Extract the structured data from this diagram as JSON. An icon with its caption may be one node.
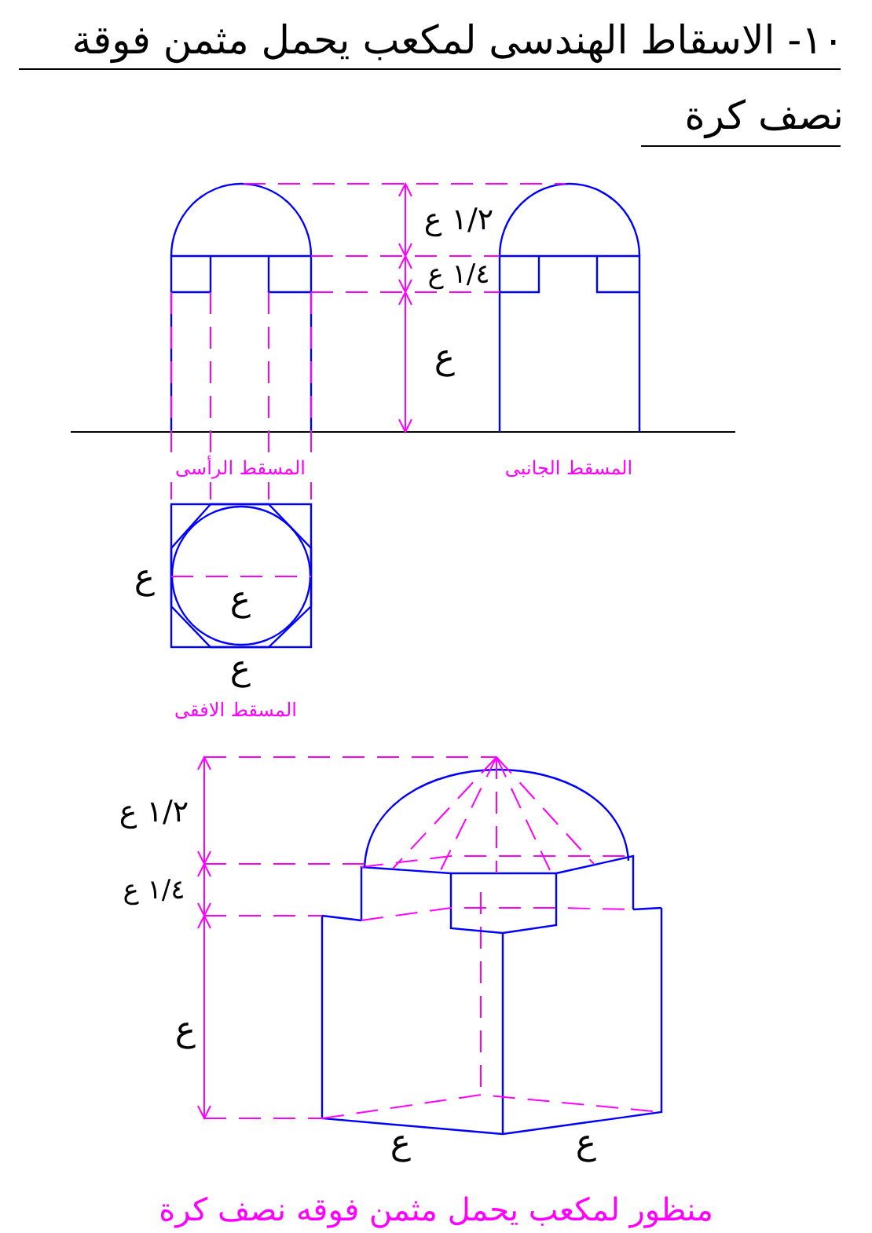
{
  "diagram": {
    "title": "١٠- الاسقاط الهندسى لمكعب يحمل مثمن فوقة نصف كرة",
    "caption": "منظور لمكعب يحمل مثمن فوقه نصف كرة",
    "labels": [
      "١/٢ ع",
      "١/٤ ع",
      "ع",
      "المسقط الرأسى",
      "المسقط الجانبى",
      "ع",
      "ع",
      "ع",
      "المسقط الافقى",
      "١/٢ ع",
      "١/٤ ع",
      "ع",
      "ع",
      "ع"
    ]
  }
}
